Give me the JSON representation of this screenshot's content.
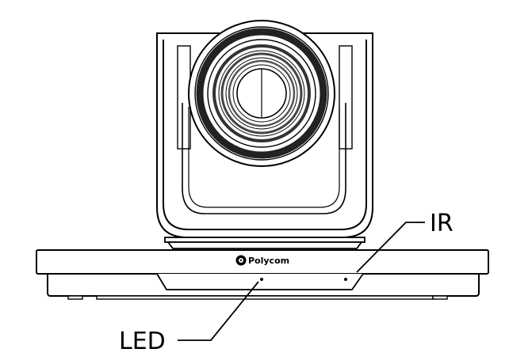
{
  "brand": {
    "logo_text": "Polycom"
  },
  "callouts": {
    "ir_label": "IR",
    "led_label": "LED"
  },
  "colors": {
    "stroke": "#000000",
    "background": "#ffffff"
  }
}
